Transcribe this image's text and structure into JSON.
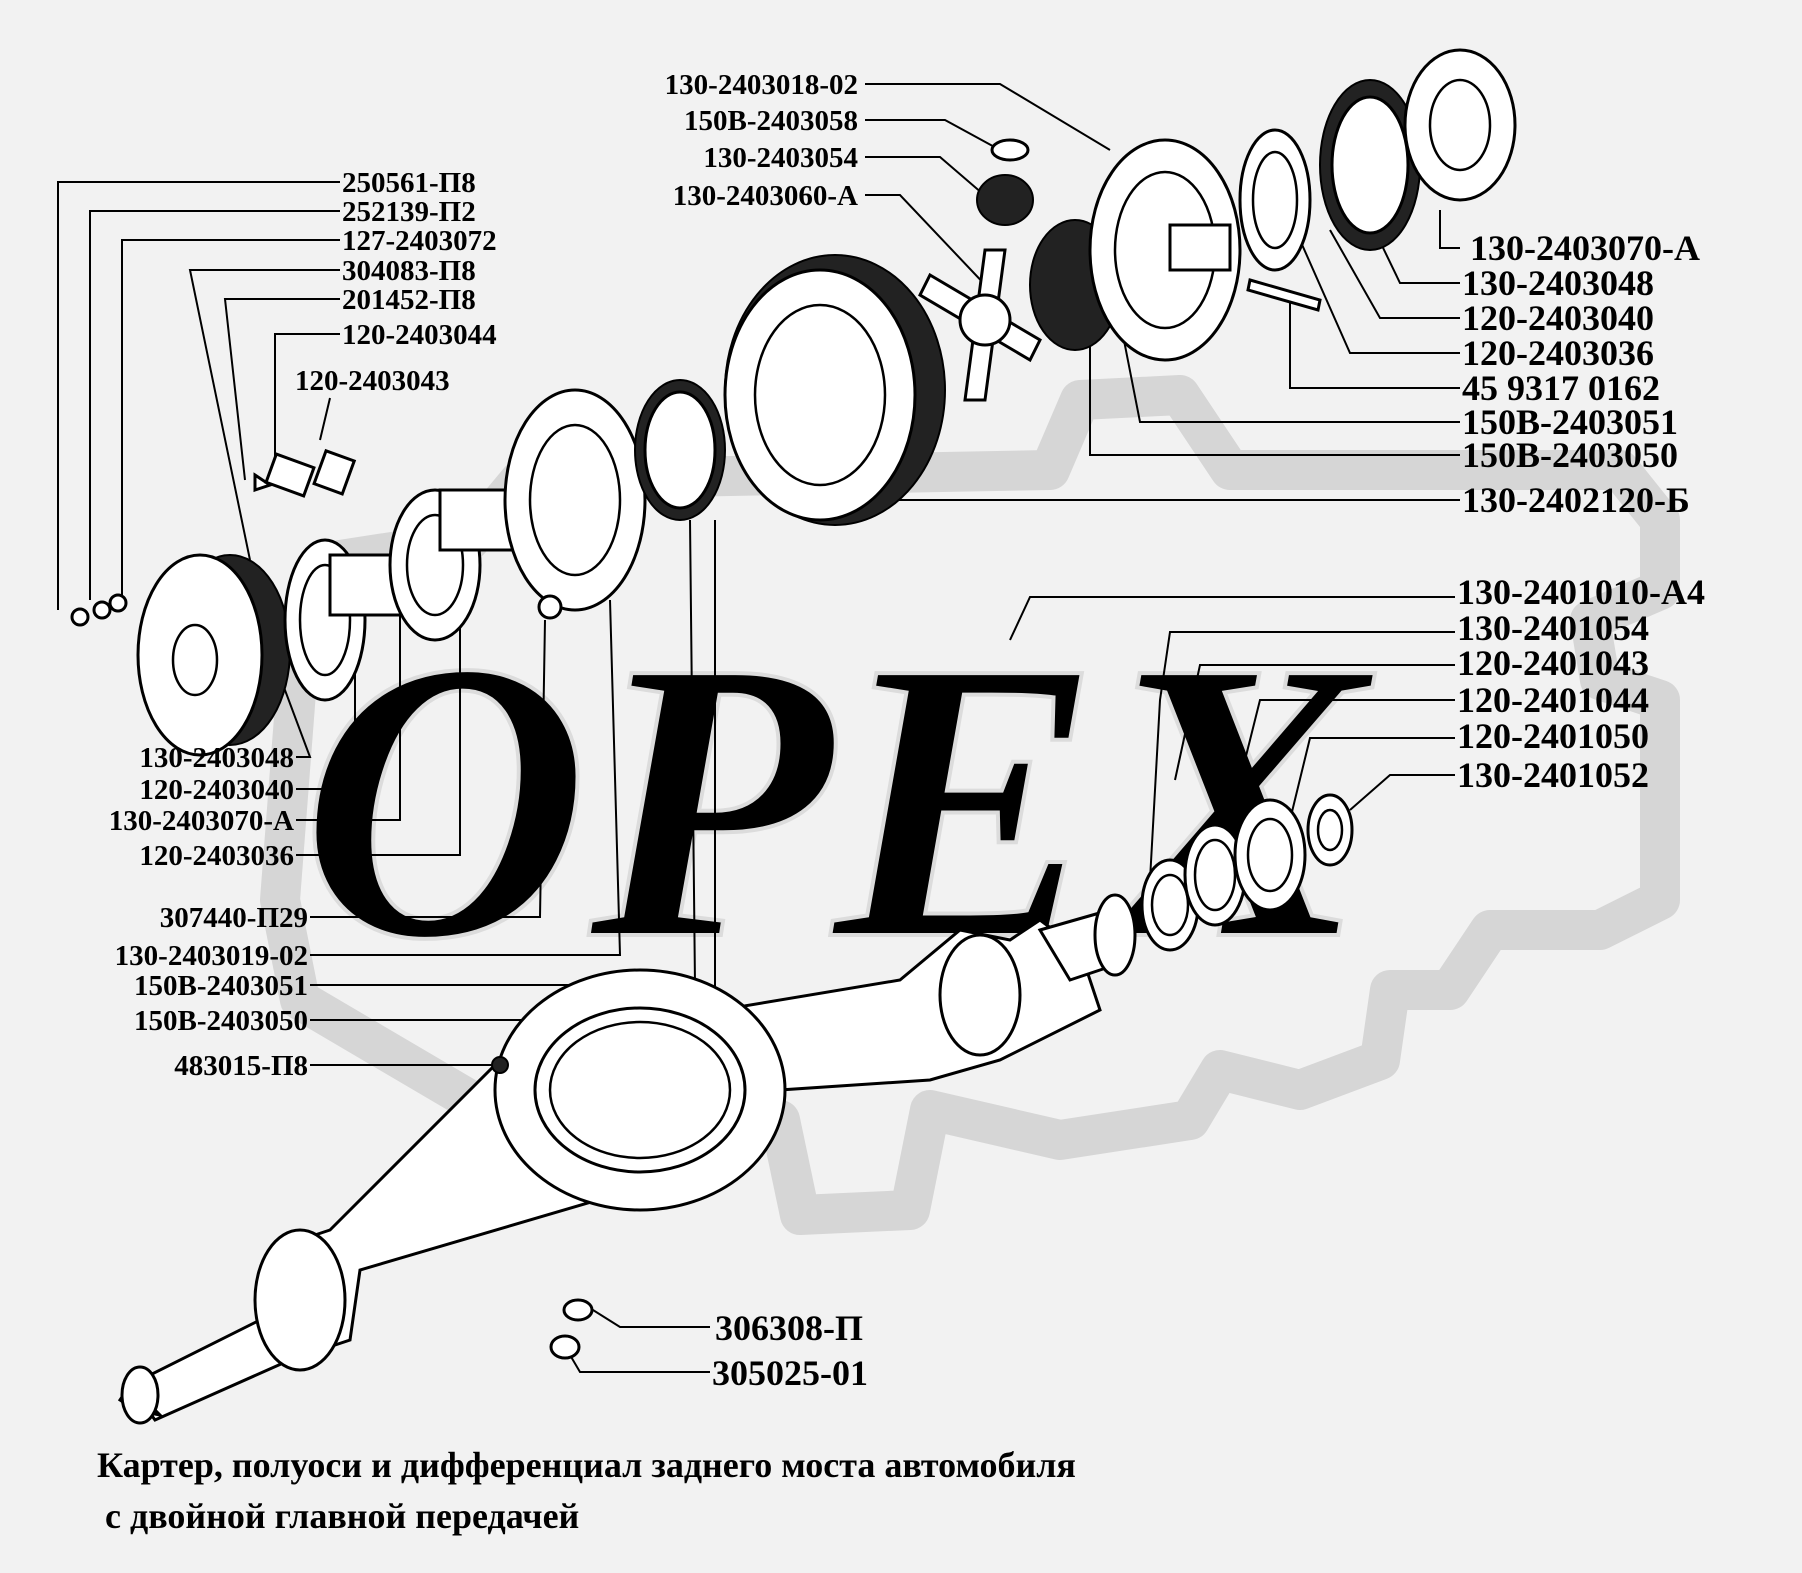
{
  "watermark": {
    "text": "OPEX",
    "color": "#d0d0d0"
  },
  "labels": {
    "l01": "130-2403018-02",
    "l02": "150В-2403058",
    "l03": "130-2403054",
    "l04": "130-2403060-А",
    "l05": "250561-П8",
    "l06": "252139-П2",
    "l07": "127-2403072",
    "l08": "304083-П8",
    "l09": "201452-П8",
    "l10": "120-2403044",
    "l11": "120-2403043",
    "r01": "130-2403070-А",
    "r02": "130-2403048",
    "r03": "120-2403040",
    "r04": "120-2403036",
    "r05": "45 9317 0162",
    "r06": "150В-2403051",
    "r07": "150В-2403050",
    "r08": "130-2402120-Б",
    "m01": "130-2401010-А4",
    "m02": "130-2401054",
    "m03": "120-2401043",
    "m04": "120-2401044",
    "m05": "120-2401050",
    "m06": "130-2401052",
    "b01": "130-2403048",
    "b02": "120-2403040",
    "b03": "130-2403070-А",
    "b04": "120-2403036",
    "b05": "307440-П29",
    "b06": "130-2403019-02",
    "b07": "150В-2403051",
    "b08": "150В-2403050",
    "b09": "483015-П8",
    "f01": "306308-П",
    "f02": "305025-01"
  },
  "caption": {
    "line1": "Картер, полуоси и дифференциал заднего моста автомобиля",
    "line2": "с двойной главной передачей"
  }
}
